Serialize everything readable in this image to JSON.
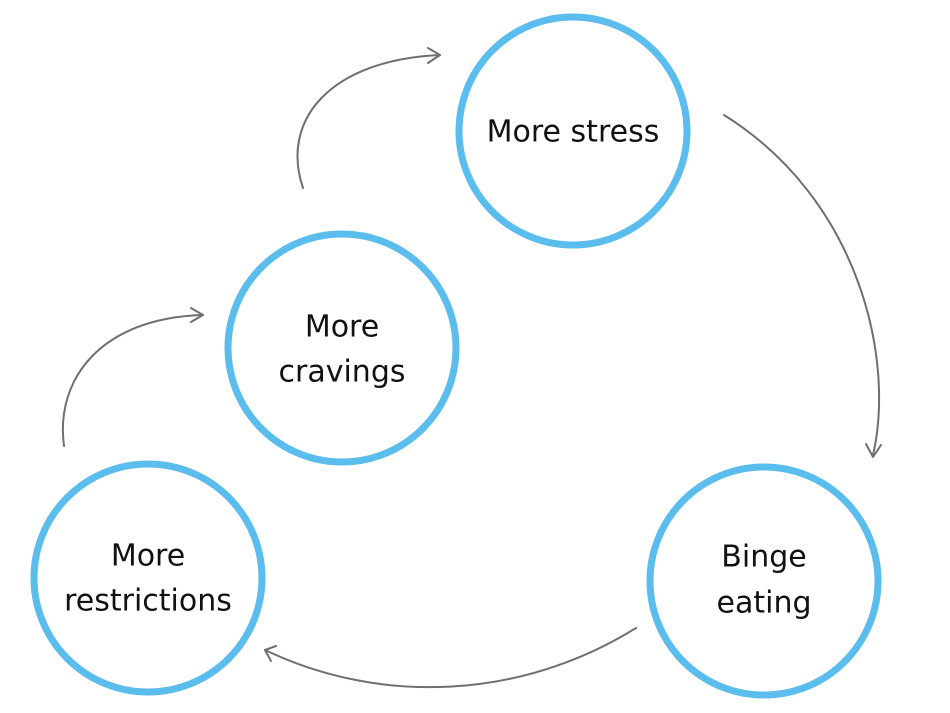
{
  "nodes": {
    "more_stress": {
      "line1": "More stress"
    },
    "more_cravings": {
      "line1": "More",
      "line2": "cravings"
    },
    "binge_eating": {
      "line1": "Binge",
      "line2": "eating"
    },
    "more_restrictions": {
      "line1": "More",
      "line2": "restrictions"
    }
  },
  "colors": {
    "circle_stroke": "#5bbcee",
    "arrow": "#6f6f6f",
    "text": "#111111"
  }
}
